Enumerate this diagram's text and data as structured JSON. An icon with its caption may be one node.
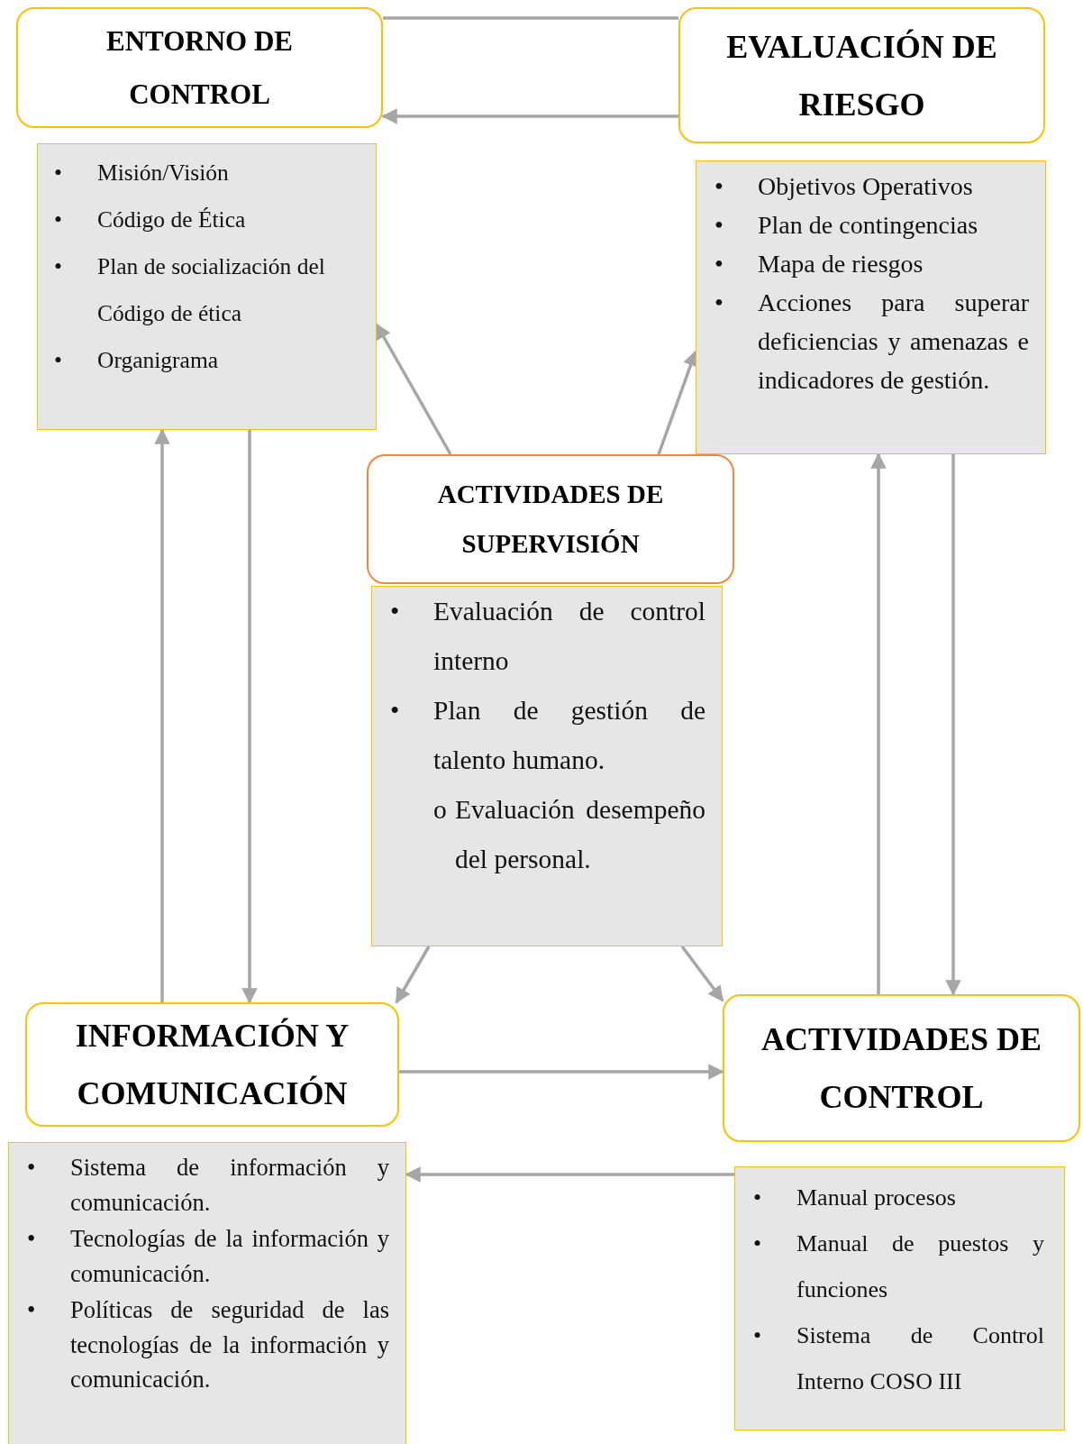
{
  "diagram": {
    "nodes": [
      {
        "text": [
          "ENTORNO DE CONTROL"
        ]
      },
      {
        "text": [
          "•",
          "Misión/Visión",
          "•",
          "Código de Ética",
          "•",
          "Plan de socialización del Código de ética",
          "•",
          "Organigrama"
        ]
      },
      {
        "text": [
          "EVALUACIÓN DE RIESGO"
        ]
      },
      {
        "text": [
          "•",
          "Objetivos Operativos",
          "•",
          "Plan de contingencias",
          "•",
          "Mapa de riesgos",
          "•",
          "Acciones para superar deficiencias y amenazas e indicadores de gestión."
        ]
      },
      {
        "text": [
          "ACTIVIDADES DE SUPERVISIÓN"
        ]
      },
      {
        "text": [
          "•",
          "Evaluación de control interno",
          "•",
          "Plan de gestión de talento humano.",
          "o",
          "Evaluación desempeño del personal."
        ]
      },
      {
        "text": [
          "INFORMACIÓN Y COMUNICACIÓN"
        ]
      },
      {
        "text": [
          "•",
          "Sistema de información y comunicación.",
          "•",
          "Tecnologías de la información y comunicación.",
          "•",
          "Políticas de seguridad de las tecnologías de la información y comunicación."
        ]
      },
      {
        "text": [
          "ACTIVIDADES DE CONTROL"
        ]
      },
      {
        "text": [
          "•",
          "Manual procesos",
          "•",
          "Manual de puestos y funciones",
          "•",
          "Sistema de Control Interno COSO III"
        ]
      }
    ],
    "edges": [
      {
        "from": 0,
        "to": 2,
        "arrow": "none"
      },
      {
        "from": 2,
        "to": 0,
        "arrow": "to"
      },
      {
        "from": 4,
        "to": 1,
        "arrow": "to"
      },
      {
        "from": 4,
        "to": 3,
        "arrow": "to"
      },
      {
        "from": 6,
        "to": 1,
        "arrow": "to"
      },
      {
        "from": 1,
        "to": 6,
        "arrow": "to"
      },
      {
        "from": 8,
        "to": 3,
        "arrow": "to"
      },
      {
        "from": 3,
        "to": 8,
        "arrow": "to"
      },
      {
        "from": 5,
        "to": 6,
        "arrow": "to"
      },
      {
        "from": 5,
        "to": 8,
        "arrow": "to"
      },
      {
        "from": 6,
        "to": 8,
        "arrow": "to"
      },
      {
        "from": 9,
        "to": 7,
        "arrow": "to"
      }
    ]
  }
}
